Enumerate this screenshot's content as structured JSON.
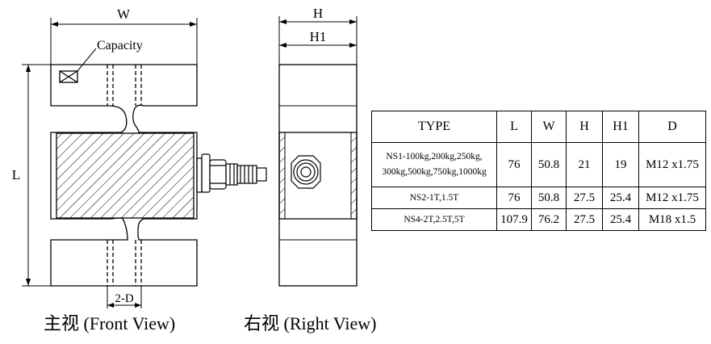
{
  "front_view": {
    "caption": "主视 (Front View)",
    "dim_width": "W",
    "dim_length": "L",
    "dim_hole": "2-D",
    "capacity_label": "Capacity"
  },
  "right_view": {
    "caption": "右视 (Right View)",
    "dim_h": "H",
    "dim_h1": "H1"
  },
  "spec_table": {
    "headers": [
      "TYPE",
      "L",
      "W",
      "H",
      "H1",
      "D"
    ],
    "rows": [
      {
        "type_lines": [
          "NS1-100kg,200kg,250kg,",
          "300kg,500kg,750kg,1000kg"
        ],
        "L": "76",
        "W": "50.8",
        "H": "21",
        "H1": "19",
        "D": "M12 x1.75"
      },
      {
        "type_lines": [
          "NS2-1T,1.5T"
        ],
        "L": "76",
        "W": "50.8",
        "H": "27.5",
        "H1": "25.4",
        "D": "M12 x1.75"
      },
      {
        "type_lines": [
          "NS4-2T,2.5T,5T"
        ],
        "L": "107.9",
        "W": "76.2",
        "H": "27.5",
        "H1": "25.4",
        "D": "M18 x1.5"
      }
    ]
  }
}
